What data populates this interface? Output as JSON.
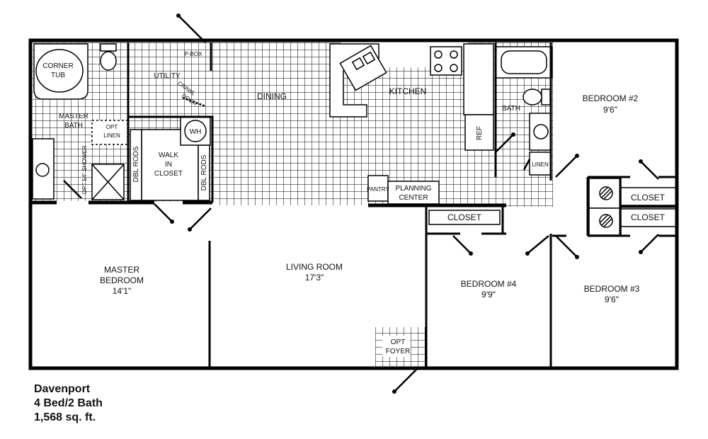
{
  "plan": {
    "name": "Davenport",
    "beds_baths": "4 Bed/2 Bath",
    "area": "1,568 sq. ft."
  },
  "rooms": {
    "corner_tub": [
      "CORNER",
      "TUB"
    ],
    "master_bath": [
      "MASTER",
      "BATH"
    ],
    "opt_linen": [
      "OPT",
      "LINEN"
    ],
    "shower": "OPT 54\" SHOWER",
    "dbl_rods_left": "DBL RODS",
    "dbl_rods_right": "DBL RODS",
    "walk_in_closet": [
      "WALK",
      "IN",
      "CLOSET"
    ],
    "wh": "WH",
    "utility": "UTILITY",
    "p_box": "P-BOX",
    "crawl_door": [
      "CRAWL",
      "DOOR"
    ],
    "dining": "DINING",
    "kitchen": "KITCHEN",
    "ref": "REF",
    "pantry": "PANTRY",
    "planning_center": [
      "PLANNING",
      "CENTER"
    ],
    "bath": "BATH",
    "linen": "LINEN",
    "bedroom2": [
      "BEDROOM #2",
      "9'6\""
    ],
    "closet_a": "CLOSET",
    "closet_b": "CLOSET",
    "closet_c": "CLOSET",
    "master_bedroom": [
      "MASTER",
      "BEDROOM",
      "14'1\""
    ],
    "living_room": [
      "LIVING ROOM",
      "17'3\""
    ],
    "bedroom4": [
      "BEDROOM #4",
      "9'9\""
    ],
    "bedroom3": [
      "BEDROOM #3",
      "9'6\""
    ],
    "opt_foyer": [
      "OPT",
      "FOYER"
    ]
  },
  "style": {
    "ink": "#000000",
    "paper": "#ffffff",
    "tile_grid": "#000000"
  }
}
